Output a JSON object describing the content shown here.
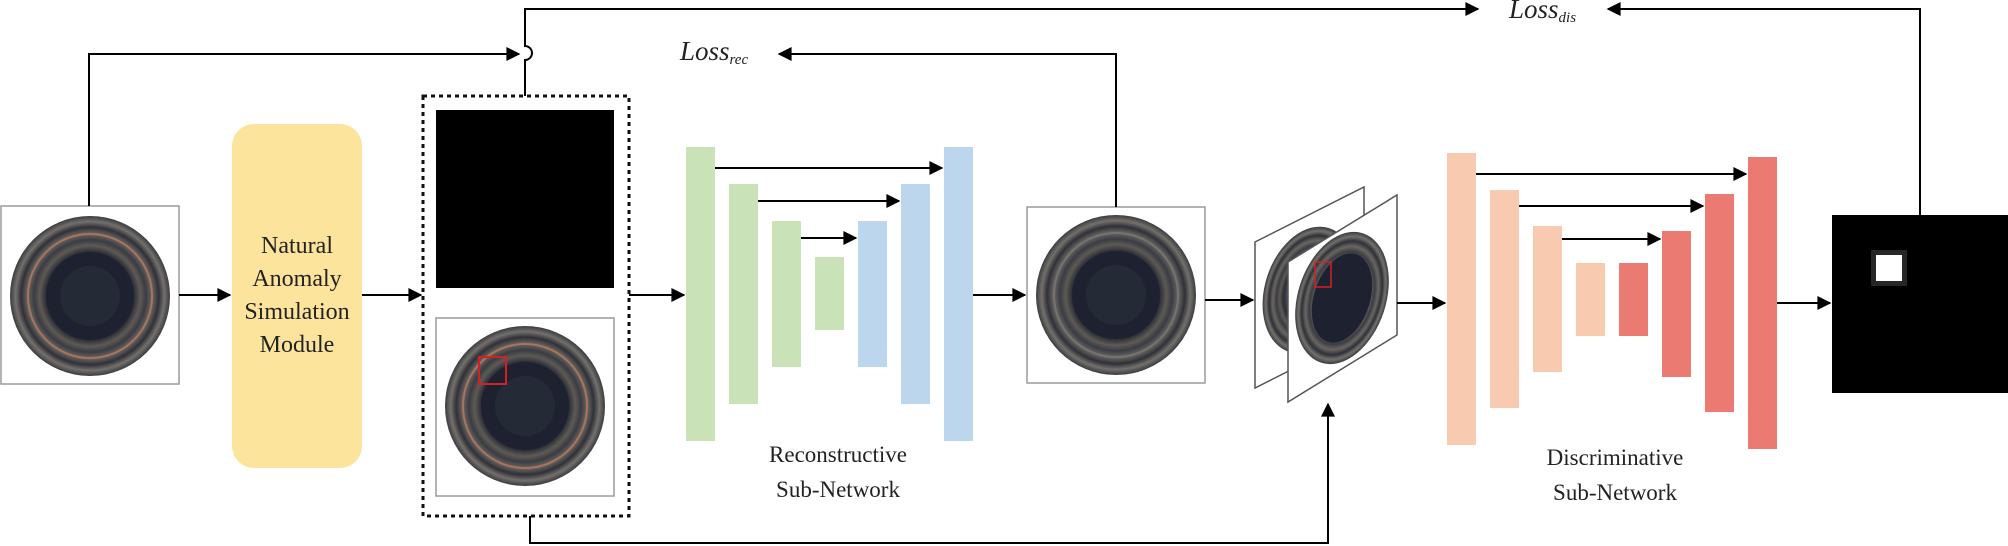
{
  "module": {
    "lines": [
      "Natural",
      "Anomaly",
      "Simulation",
      "Module"
    ]
  },
  "losses": {
    "rec_main": "Loss",
    "rec_sub": "rec",
    "dis_main": "Loss",
    "dis_sub": "dis"
  },
  "networks": {
    "reconstructive": [
      "Reconstructive",
      "Sub-Network"
    ],
    "discriminative": [
      "Discriminative",
      "Sub-Network"
    ]
  },
  "colors": {
    "encoder_green": "#c9e2b8",
    "decoder_blue": "#bcd6ee",
    "disc_encoder_peach": "#f8cbb0",
    "disc_decoder_red": "#eb7b72",
    "module_yellow": "#fde49c",
    "anomaly_box_red": "#d42020"
  },
  "icons": [
    "lens-image-icon",
    "anomaly-mask-icon",
    "heatmap-output-icon"
  ]
}
